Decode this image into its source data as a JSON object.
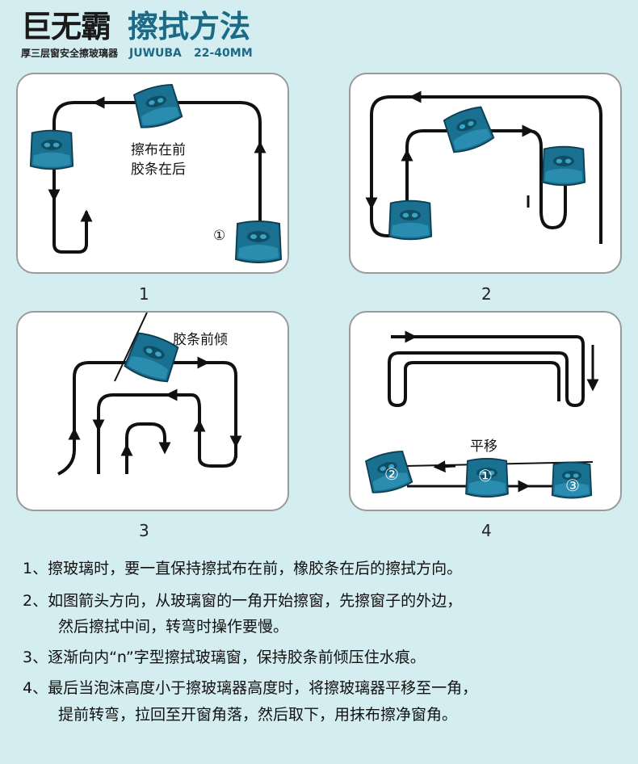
{
  "header": {
    "brand": "巨无霸",
    "title": "擦拭方法",
    "subtitle": "厚三层窗安全擦玻璃器",
    "brand_en": "JUWUBA",
    "size_range": "22-40MM"
  },
  "panels": [
    {
      "number": "1",
      "labels": [
        "擦布在前",
        "胶条在后"
      ],
      "marker": "①"
    },
    {
      "number": "2"
    },
    {
      "number": "3",
      "labels": [
        "胶条前倾"
      ]
    },
    {
      "number": "4",
      "labels": [
        "平移"
      ],
      "markers": [
        "②",
        "①",
        "③"
      ]
    }
  ],
  "steps": [
    "1、擦玻璃时，要一直保持擦拭布在前，橡胶条在后的擦拭方向。",
    "2、如图箭头方向，从玻璃窗的一角开始擦窗，先擦窗子的外边，",
    "然后擦拭中间，转弯时操作要慢。",
    "3、逐渐向内“n”字型擦拭玻璃窗，保持胶条前倾压住水痕。",
    "4、最后当泡沫高度小于擦玻璃器高度时，将擦玻璃器平移至一角，",
    "提前转弯，拉回至开窗角落，然后取下，用抹布擦净窗角。"
  ],
  "colors": {
    "background": "#d4edf1",
    "accent": "#1c6b86",
    "wiper": "#1a7090"
  }
}
